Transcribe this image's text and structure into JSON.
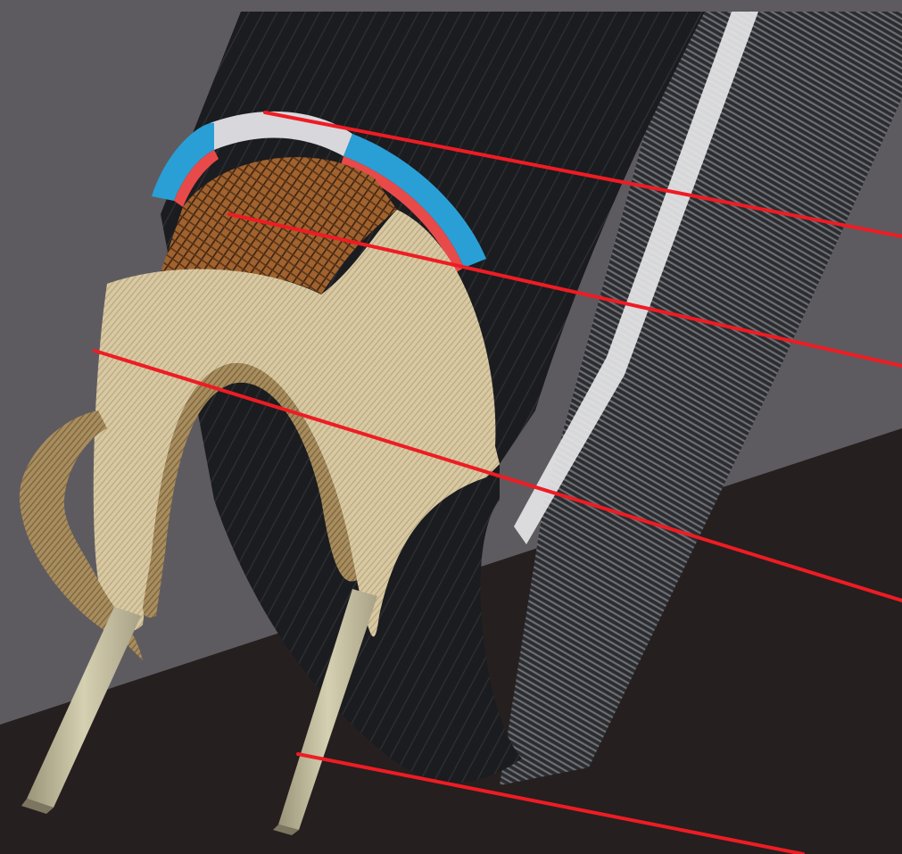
{
  "colors": {
    "brand_red": "#ee1c24",
    "background_upper": "#5e5b60",
    "background_lower": "#251f1f",
    "tread_black": "#1b1c1f",
    "casing_tan": "#d8c9a3",
    "breaker_brown": "#a0622e",
    "subtread_blue": "#2a9fd6",
    "subtread_red": "#e84a4a",
    "tread_cap_gray": "#d8d8dc"
  },
  "icons": [
    "tire-cross-section-illustration",
    "callout-leader-line"
  ],
  "callouts": [
    {
      "target": "tread-cap-layer"
    },
    {
      "target": "puncture-protection-breaker"
    },
    {
      "target": "casing-ply"
    },
    {
      "target": "bead-core"
    }
  ]
}
